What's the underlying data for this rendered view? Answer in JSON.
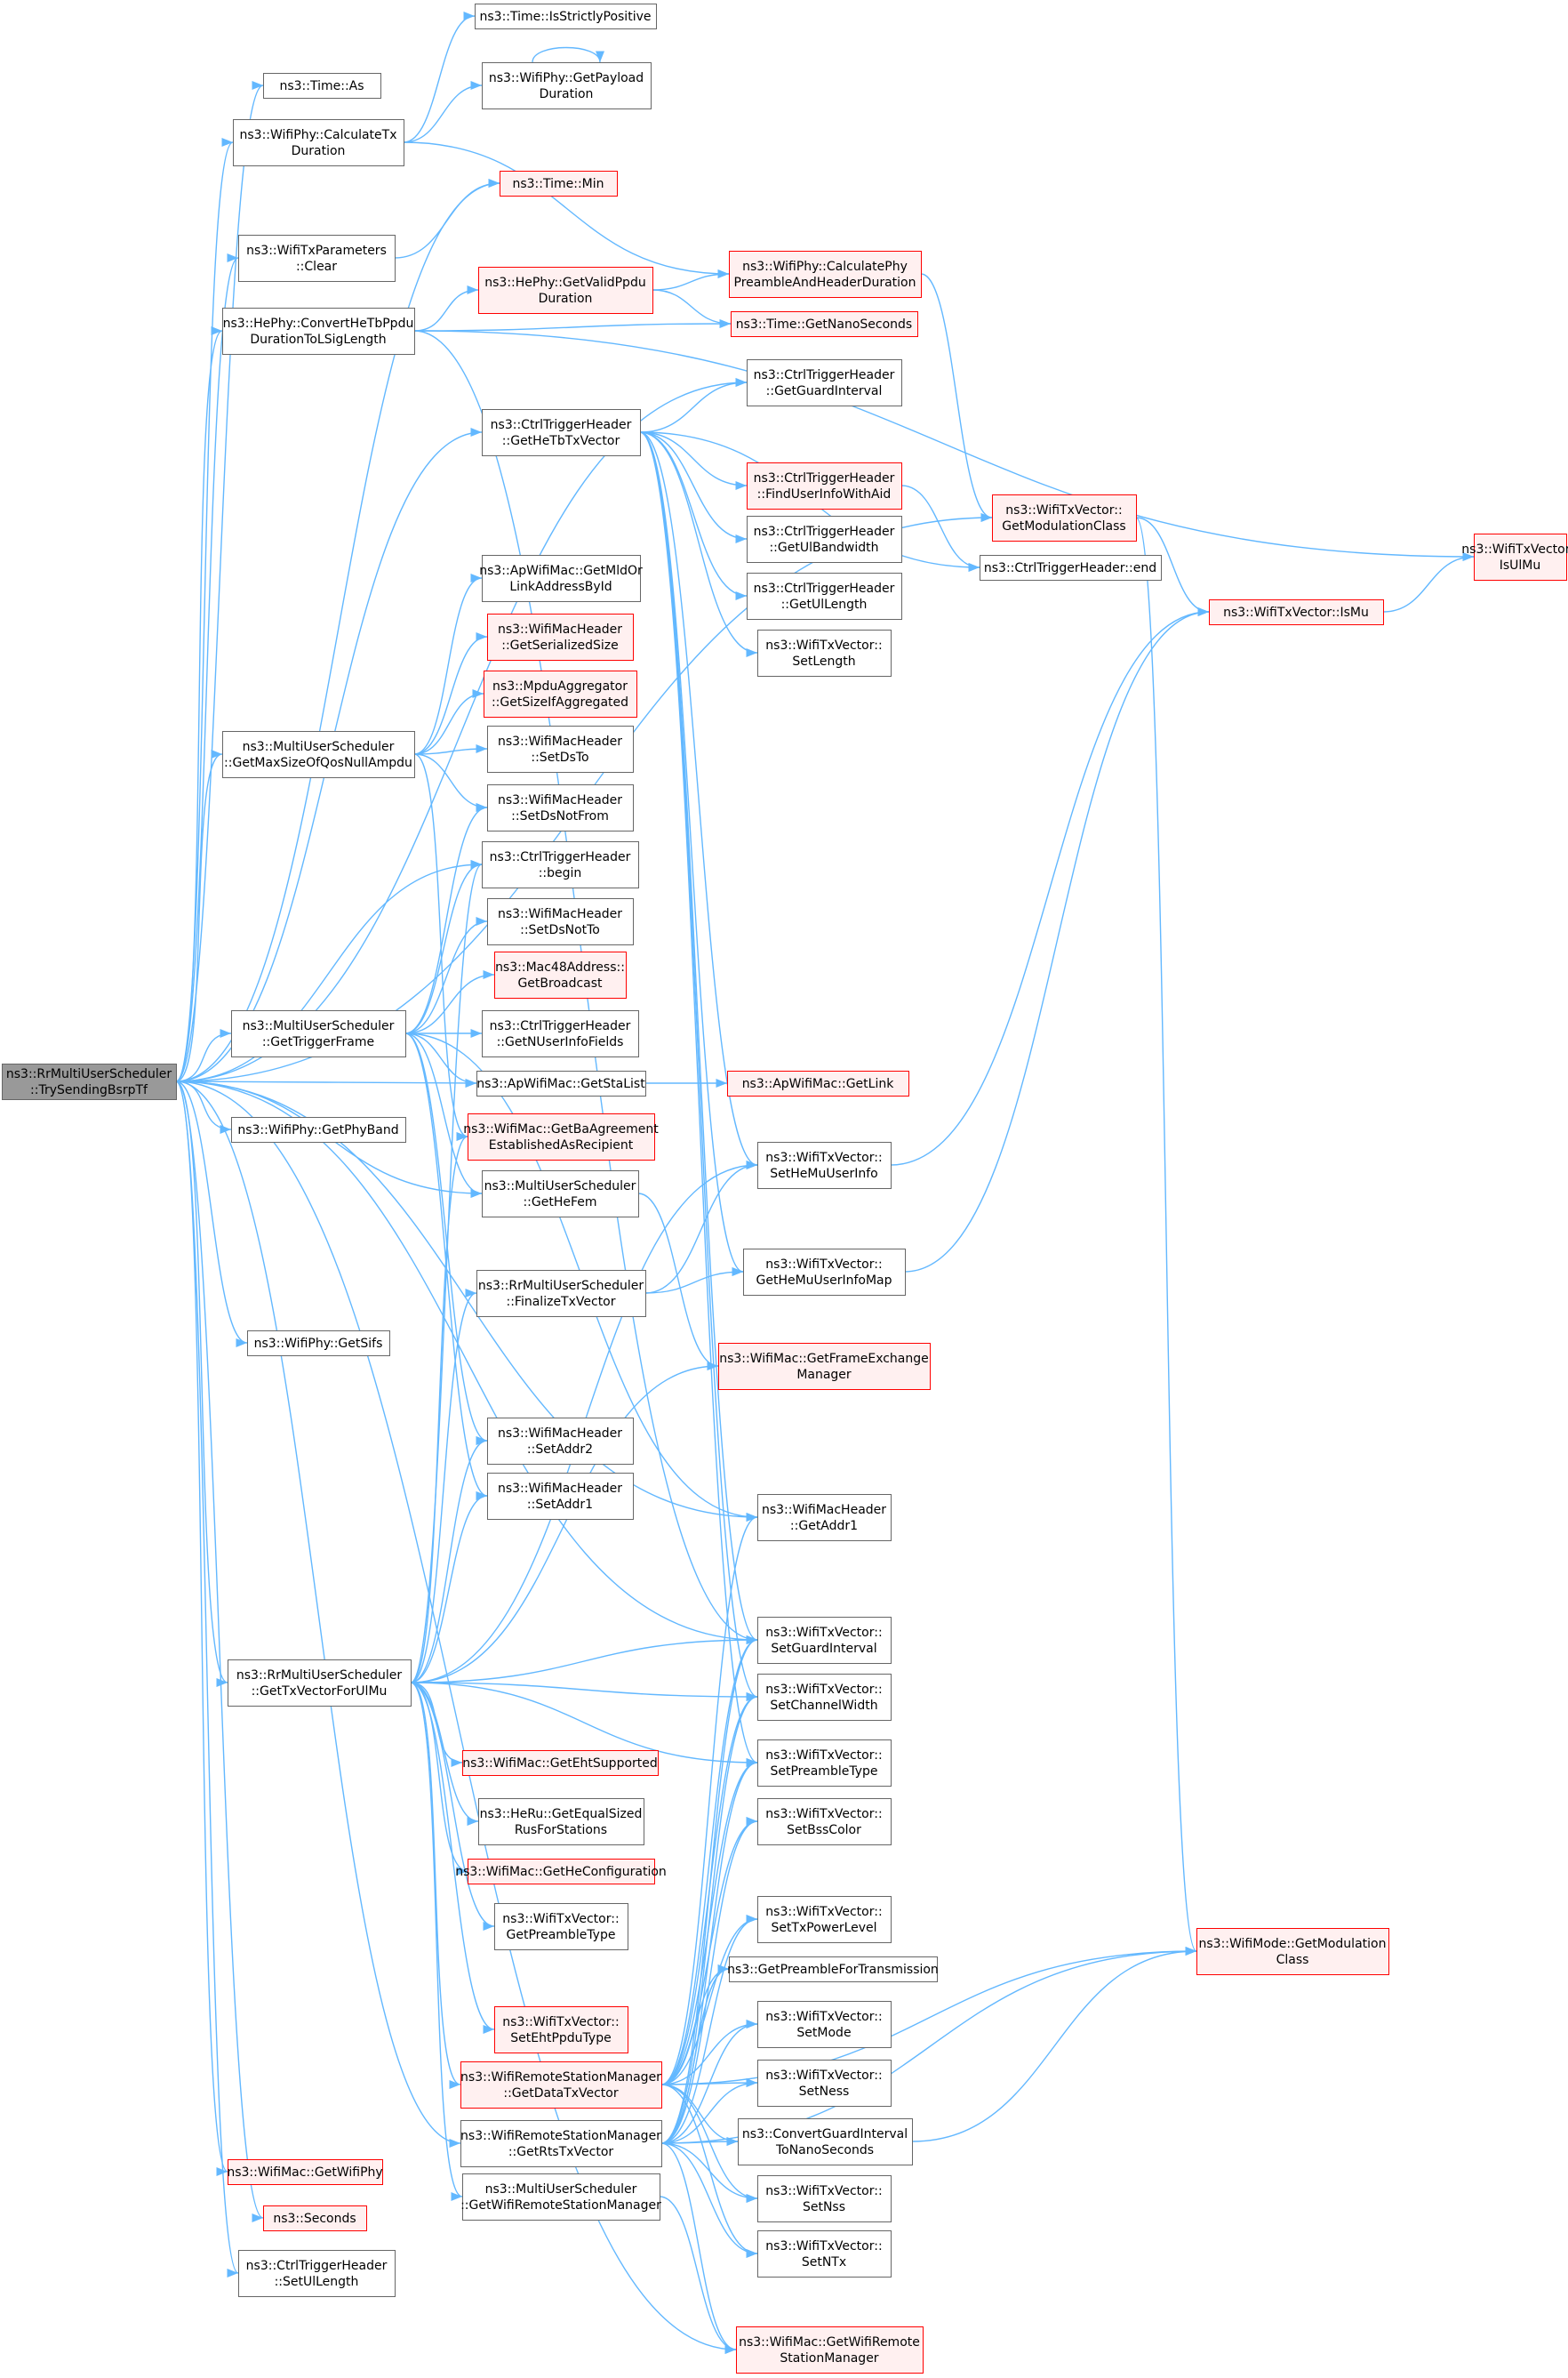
{
  "colors": {
    "edge": "#63b8ff",
    "node_border": "#666666",
    "node_fill": "#ffffff",
    "truncated_border": "#ff0000",
    "truncated_fill": "#fff0f0",
    "root_fill": "#999999"
  },
  "nodes": [
    {
      "id": "root",
      "lines": [
        "ns3::RrMultiUserScheduler",
        "::TrySendingBsrpTf"
      ],
      "kind": "root"
    },
    {
      "id": "isStrictlyPositive",
      "lines": [
        "ns3::Time::IsStrictlyPositive"
      ],
      "kind": "normal"
    },
    {
      "id": "timeAs",
      "lines": [
        "ns3::Time::As"
      ],
      "kind": "normal"
    },
    {
      "id": "getPayloadDuration",
      "lines": [
        "ns3::WifiPhy::GetPayload",
        "Duration"
      ],
      "kind": "normal"
    },
    {
      "id": "calculateTxDuration",
      "lines": [
        "ns3::WifiPhy::CalculateTx",
        "Duration"
      ],
      "kind": "normal"
    },
    {
      "id": "timeMin",
      "lines": [
        "ns3::Time::Min"
      ],
      "kind": "truncated"
    },
    {
      "id": "txParamsClear",
      "lines": [
        "ns3::WifiTxParameters",
        "::Clear"
      ],
      "kind": "normal"
    },
    {
      "id": "getValidPpduDuration",
      "lines": [
        "ns3::HePhy::GetValidPpdu",
        "Duration"
      ],
      "kind": "truncated"
    },
    {
      "id": "calcPhyPreamble",
      "lines": [
        "ns3::WifiPhy::CalculatePhy",
        "PreambleAndHeaderDuration"
      ],
      "kind": "truncated"
    },
    {
      "id": "convertHeTb",
      "lines": [
        "ns3::HePhy::ConvertHeTbPpdu",
        "DurationToLSigLength"
      ],
      "kind": "normal"
    },
    {
      "id": "getNanoSeconds",
      "lines": [
        "ns3::Time::GetNanoSeconds"
      ],
      "kind": "truncated"
    },
    {
      "id": "getGuardInterval",
      "lines": [
        "ns3::CtrlTriggerHeader",
        "::GetGuardInterval"
      ],
      "kind": "normal"
    },
    {
      "id": "getHeTbTxVector",
      "lines": [
        "ns3::CtrlTriggerHeader",
        "::GetHeTbTxVector"
      ],
      "kind": "normal"
    },
    {
      "id": "findUserInfoWithAid",
      "lines": [
        "ns3::CtrlTriggerHeader",
        "::FindUserInfoWithAid"
      ],
      "kind": "truncated"
    },
    {
      "id": "getModulationClassVec",
      "lines": [
        "ns3::WifiTxVector::",
        "GetModulationClass"
      ],
      "kind": "truncated"
    },
    {
      "id": "isUlMu",
      "lines": [
        "ns3::WifiTxVector::",
        "IsUlMu"
      ],
      "kind": "truncated"
    },
    {
      "id": "getUlBandwidth",
      "lines": [
        "ns3::CtrlTriggerHeader",
        "::GetUlBandwidth"
      ],
      "kind": "normal"
    },
    {
      "id": "ctrlEnd",
      "lines": [
        "ns3::CtrlTriggerHeader::end"
      ],
      "kind": "normal"
    },
    {
      "id": "getUlLength",
      "lines": [
        "ns3::CtrlTriggerHeader",
        "::GetUlLength"
      ],
      "kind": "normal"
    },
    {
      "id": "isMu",
      "lines": [
        "ns3::WifiTxVector::IsMu"
      ],
      "kind": "truncated"
    },
    {
      "id": "setLength",
      "lines": [
        "ns3::WifiTxVector::",
        "SetLength"
      ],
      "kind": "normal"
    },
    {
      "id": "getMldOrLink",
      "lines": [
        "ns3::ApWifiMac::GetMldOr",
        "LinkAddressById"
      ],
      "kind": "normal"
    },
    {
      "id": "getSerializedSize",
      "lines": [
        "ns3::WifiMacHeader",
        "::GetSerializedSize"
      ],
      "kind": "truncated"
    },
    {
      "id": "getSizeIfAggregated",
      "lines": [
        "ns3::MpduAggregator",
        "::GetSizeIfAggregated"
      ],
      "kind": "truncated"
    },
    {
      "id": "getMaxSizeQos",
      "lines": [
        "ns3::MultiUserScheduler",
        "::GetMaxSizeOfQosNullAmpdu"
      ],
      "kind": "normal"
    },
    {
      "id": "setDsTo",
      "lines": [
        "ns3::WifiMacHeader",
        "::SetDsTo"
      ],
      "kind": "normal"
    },
    {
      "id": "setDsNotFrom",
      "lines": [
        "ns3::WifiMacHeader",
        "::SetDsNotFrom"
      ],
      "kind": "normal"
    },
    {
      "id": "ctrlBegin",
      "lines": [
        "ns3::CtrlTriggerHeader",
        "::begin"
      ],
      "kind": "normal"
    },
    {
      "id": "setDsNotTo",
      "lines": [
        "ns3::WifiMacHeader",
        "::SetDsNotTo"
      ],
      "kind": "normal"
    },
    {
      "id": "getBroadcast",
      "lines": [
        "ns3::Mac48Address::",
        "GetBroadcast"
      ],
      "kind": "truncated"
    },
    {
      "id": "getTriggerFrame",
      "lines": [
        "ns3::MultiUserScheduler",
        "::GetTriggerFrame"
      ],
      "kind": "normal"
    },
    {
      "id": "getNUserInfoFields",
      "lines": [
        "ns3::CtrlTriggerHeader",
        "::GetNUserInfoFields"
      ],
      "kind": "normal"
    },
    {
      "id": "getStaList",
      "lines": [
        "ns3::ApWifiMac::GetStaList"
      ],
      "kind": "normal"
    },
    {
      "id": "apGetLink",
      "lines": [
        "ns3::ApWifiMac::GetLink"
      ],
      "kind": "truncated"
    },
    {
      "id": "getBaAgreement",
      "lines": [
        "ns3::WifiMac::GetBaAgreement",
        "EstablishedAsRecipient"
      ],
      "kind": "truncated"
    },
    {
      "id": "getPhyBand",
      "lines": [
        "ns3::WifiPhy::GetPhyBand"
      ],
      "kind": "normal"
    },
    {
      "id": "getHeFem",
      "lines": [
        "ns3::MultiUserScheduler",
        "::GetHeFem"
      ],
      "kind": "normal"
    },
    {
      "id": "setHeMuUserInfo",
      "lines": [
        "ns3::WifiTxVector::",
        "SetHeMuUserInfo"
      ],
      "kind": "normal"
    },
    {
      "id": "getHeMuUserInfoMap",
      "lines": [
        "ns3::WifiTxVector::",
        "GetHeMuUserInfoMap"
      ],
      "kind": "normal"
    },
    {
      "id": "finalizeTxVector",
      "lines": [
        "ns3::RrMultiUserScheduler",
        "::FinalizeTxVector"
      ],
      "kind": "normal"
    },
    {
      "id": "getSifs",
      "lines": [
        "ns3::WifiPhy::GetSifs"
      ],
      "kind": "normal"
    },
    {
      "id": "getFrameExchangeManager",
      "lines": [
        "ns3::WifiMac::GetFrameExchange",
        "Manager"
      ],
      "kind": "truncated"
    },
    {
      "id": "setAddr2",
      "lines": [
        "ns3::WifiMacHeader",
        "::SetAddr2"
      ],
      "kind": "normal"
    },
    {
      "id": "setAddr1",
      "lines": [
        "ns3::WifiMacHeader",
        "::SetAddr1"
      ],
      "kind": "normal"
    },
    {
      "id": "getAddr1",
      "lines": [
        "ns3::WifiMacHeader",
        "::GetAddr1"
      ],
      "kind": "normal"
    },
    {
      "id": "setGuardInterval",
      "lines": [
        "ns3::WifiTxVector::",
        "SetGuardInterval"
      ],
      "kind": "normal"
    },
    {
      "id": "getTxVectorForUlMu",
      "lines": [
        "ns3::RrMultiUserScheduler",
        "::GetTxVectorForUlMu"
      ],
      "kind": "normal"
    },
    {
      "id": "setChannelWidth",
      "lines": [
        "ns3::WifiTxVector::",
        "SetChannelWidth"
      ],
      "kind": "normal"
    },
    {
      "id": "getEhtSupported",
      "lines": [
        "ns3::WifiMac::GetEhtSupported"
      ],
      "kind": "truncated"
    },
    {
      "id": "setPreambleType",
      "lines": [
        "ns3::WifiTxVector::",
        "SetPreambleType"
      ],
      "kind": "normal"
    },
    {
      "id": "getEqualSizedRus",
      "lines": [
        "ns3::HeRu::GetEqualSized",
        "RusForStations"
      ],
      "kind": "normal"
    },
    {
      "id": "setBssColor",
      "lines": [
        "ns3::WifiTxVector::",
        "SetBssColor"
      ],
      "kind": "normal"
    },
    {
      "id": "getHeConfiguration",
      "lines": [
        "ns3::WifiMac::GetHeConfiguration"
      ],
      "kind": "truncated"
    },
    {
      "id": "getPreambleTypeVec",
      "lines": [
        "ns3::WifiTxVector::",
        "GetPreambleType"
      ],
      "kind": "normal"
    },
    {
      "id": "setTxPowerLevel",
      "lines": [
        "ns3::WifiTxVector::",
        "SetTxPowerLevel"
      ],
      "kind": "normal"
    },
    {
      "id": "getPreambleForTx",
      "lines": [
        "ns3::GetPreambleForTransmission"
      ],
      "kind": "normal"
    },
    {
      "id": "wifiModeGetModClass",
      "lines": [
        "ns3::WifiMode::GetModulation",
        "Class"
      ],
      "kind": "truncated"
    },
    {
      "id": "setEhtPpduType",
      "lines": [
        "ns3::WifiTxVector::",
        "SetEhtPpduType"
      ],
      "kind": "truncated"
    },
    {
      "id": "setMode",
      "lines": [
        "ns3::WifiTxVector::",
        "SetMode"
      ],
      "kind": "normal"
    },
    {
      "id": "getDataTxVector",
      "lines": [
        "ns3::WifiRemoteStationManager",
        "::GetDataTxVector"
      ],
      "kind": "truncated"
    },
    {
      "id": "setNess",
      "lines": [
        "ns3::WifiTxVector::",
        "SetNess"
      ],
      "kind": "normal"
    },
    {
      "id": "getRtsTxVector",
      "lines": [
        "ns3::WifiRemoteStationManager",
        "::GetRtsTxVector"
      ],
      "kind": "normal"
    },
    {
      "id": "convertGuardInterval",
      "lines": [
        "ns3::ConvertGuardInterval",
        "ToNanoSeconds"
      ],
      "kind": "normal"
    },
    {
      "id": "getWifiPhy",
      "lines": [
        "ns3::WifiMac::GetWifiPhy"
      ],
      "kind": "truncated"
    },
    {
      "id": "setNss",
      "lines": [
        "ns3::WifiTxVector::",
        "SetNss"
      ],
      "kind": "normal"
    },
    {
      "id": "musGetWrsm",
      "lines": [
        "ns3::MultiUserScheduler",
        "::GetWifiRemoteStationManager"
      ],
      "kind": "normal"
    },
    {
      "id": "seconds",
      "lines": [
        "ns3::Seconds"
      ],
      "kind": "truncated"
    },
    {
      "id": "setNTx",
      "lines": [
        "ns3::WifiTxVector::",
        "SetNTx"
      ],
      "kind": "normal"
    },
    {
      "id": "setUlLength",
      "lines": [
        "ns3::CtrlTriggerHeader",
        "::SetUlLength"
      ],
      "kind": "normal"
    },
    {
      "id": "macGetWrsm",
      "lines": [
        "ns3::WifiMac::GetWifiRemote",
        "StationManager"
      ],
      "kind": "truncated"
    }
  ],
  "edges": [
    [
      "root",
      "timeAs"
    ],
    [
      "root",
      "calculateTxDuration"
    ],
    [
      "root",
      "timeMin"
    ],
    [
      "root",
      "txParamsClear"
    ],
    [
      "root",
      "convertHeTb"
    ],
    [
      "root",
      "getGuardInterval"
    ],
    [
      "root",
      "getHeTbTxVector"
    ],
    [
      "root",
      "getModulationClassVec"
    ],
    [
      "root",
      "getMaxSizeQos"
    ],
    [
      "root",
      "ctrlBegin"
    ],
    [
      "root",
      "getTriggerFrame"
    ],
    [
      "root",
      "getStaList"
    ],
    [
      "root",
      "getPhyBand"
    ],
    [
      "root",
      "getHeFem"
    ],
    [
      "root",
      "getSifs"
    ],
    [
      "root",
      "getAddr1"
    ],
    [
      "root",
      "setGuardInterval"
    ],
    [
      "root",
      "getTxVectorForUlMu"
    ],
    [
      "root",
      "getRtsTxVector"
    ],
    [
      "root",
      "getWifiPhy"
    ],
    [
      "root",
      "seconds"
    ],
    [
      "root",
      "setUlLength"
    ],
    [
      "root",
      "macGetWrsm"
    ],
    [
      "calculateTxDuration",
      "isStrictlyPositive"
    ],
    [
      "calculateTxDuration",
      "getPayloadDuration"
    ],
    [
      "calculateTxDuration",
      "calcPhyPreamble"
    ],
    [
      "getPayloadDuration",
      "getPayloadDuration"
    ],
    [
      "txParamsClear",
      "timeMin"
    ],
    [
      "convertHeTb",
      "getValidPpduDuration"
    ],
    [
      "convertHeTb",
      "getNanoSeconds"
    ],
    [
      "convertHeTb",
      "isUlMu"
    ],
    [
      "convertHeTb",
      "setGuardInterval"
    ],
    [
      "getValidPpduDuration",
      "calcPhyPreamble"
    ],
    [
      "getValidPpduDuration",
      "getNanoSeconds"
    ],
    [
      "calcPhyPreamble",
      "getModulationClassVec"
    ],
    [
      "getHeTbTxVector",
      "getGuardInterval"
    ],
    [
      "getHeTbTxVector",
      "findUserInfoWithAid"
    ],
    [
      "getHeTbTxVector",
      "getUlBandwidth"
    ],
    [
      "getHeTbTxVector",
      "getUlLength"
    ],
    [
      "getHeTbTxVector",
      "setLength"
    ],
    [
      "getHeTbTxVector",
      "ctrlEnd"
    ],
    [
      "getHeTbTxVector",
      "setHeMuUserInfo"
    ],
    [
      "getHeTbTxVector",
      "getHeMuUserInfoMap"
    ],
    [
      "getHeTbTxVector",
      "setGuardInterval"
    ],
    [
      "getHeTbTxVector",
      "setChannelWidth"
    ],
    [
      "getHeTbTxVector",
      "setPreambleType"
    ],
    [
      "findUserInfoWithAid",
      "ctrlEnd"
    ],
    [
      "getModulationClassVec",
      "isMu"
    ],
    [
      "getModulationClassVec",
      "wifiModeGetModClass"
    ],
    [
      "isMu",
      "isUlMu"
    ],
    [
      "getMaxSizeQos",
      "getMldOrLink"
    ],
    [
      "getMaxSizeQos",
      "getSerializedSize"
    ],
    [
      "getMaxSizeQos",
      "getSizeIfAggregated"
    ],
    [
      "getMaxSizeQos",
      "setDsTo"
    ],
    [
      "getMaxSizeQos",
      "setDsNotFrom"
    ],
    [
      "getMaxSizeQos",
      "getBaAgreement"
    ],
    [
      "getTriggerFrame",
      "setDsNotFrom"
    ],
    [
      "getTriggerFrame",
      "ctrlBegin"
    ],
    [
      "getTriggerFrame",
      "setDsNotTo"
    ],
    [
      "getTriggerFrame",
      "getBroadcast"
    ],
    [
      "getTriggerFrame",
      "getNUserInfoFields"
    ],
    [
      "getTriggerFrame",
      "getStaList"
    ],
    [
      "getTriggerFrame",
      "getHeFem"
    ],
    [
      "getTriggerFrame",
      "setAddr2"
    ],
    [
      "getTriggerFrame",
      "setAddr1"
    ],
    [
      "getTriggerFrame",
      "getAddr1"
    ],
    [
      "getStaList",
      "apGetLink"
    ],
    [
      "setHeMuUserInfo",
      "isMu"
    ],
    [
      "getHeMuUserInfoMap",
      "isMu"
    ],
    [
      "getHeFem",
      "getFrameExchangeManager"
    ],
    [
      "finalizeTxVector",
      "setHeMuUserInfo"
    ],
    [
      "finalizeTxVector",
      "getHeMuUserInfoMap"
    ],
    [
      "getTxVectorForUlMu",
      "ctrlBegin"
    ],
    [
      "getTxVectorForUlMu",
      "getBaAgreement"
    ],
    [
      "getTxVectorForUlMu",
      "setHeMuUserInfo"
    ],
    [
      "getTxVectorForUlMu",
      "finalizeTxVector"
    ],
    [
      "getTxVectorForUlMu",
      "getFrameExchangeManager"
    ],
    [
      "getTxVectorForUlMu",
      "setAddr2"
    ],
    [
      "getTxVectorForUlMu",
      "setAddr1"
    ],
    [
      "getTxVectorForUlMu",
      "setGuardInterval"
    ],
    [
      "getTxVectorForUlMu",
      "setChannelWidth"
    ],
    [
      "getTxVectorForUlMu",
      "setPreambleType"
    ],
    [
      "getTxVectorForUlMu",
      "getEhtSupported"
    ],
    [
      "getTxVectorForUlMu",
      "getEqualSizedRus"
    ],
    [
      "getTxVectorForUlMu",
      "getHeConfiguration"
    ],
    [
      "getTxVectorForUlMu",
      "getPreambleTypeVec"
    ],
    [
      "getTxVectorForUlMu",
      "setEhtPpduType"
    ],
    [
      "getTxVectorForUlMu",
      "getDataTxVector"
    ],
    [
      "getTxVectorForUlMu",
      "musGetWrsm"
    ],
    [
      "getDataTxVector",
      "getAddr1"
    ],
    [
      "getDataTxVector",
      "setGuardInterval"
    ],
    [
      "getDataTxVector",
      "setChannelWidth"
    ],
    [
      "getDataTxVector",
      "setPreambleType"
    ],
    [
      "getDataTxVector",
      "setBssColor"
    ],
    [
      "getDataTxVector",
      "setTxPowerLevel"
    ],
    [
      "getDataTxVector",
      "getPreambleForTx"
    ],
    [
      "getDataTxVector",
      "wifiModeGetModClass"
    ],
    [
      "getDataTxVector",
      "setMode"
    ],
    [
      "getDataTxVector",
      "setNess"
    ],
    [
      "getDataTxVector",
      "convertGuardInterval"
    ],
    [
      "getDataTxVector",
      "setNss"
    ],
    [
      "getDataTxVector",
      "setNTx"
    ],
    [
      "getRtsTxVector",
      "setGuardInterval"
    ],
    [
      "getRtsTxVector",
      "setChannelWidth"
    ],
    [
      "getRtsTxVector",
      "setPreambleType"
    ],
    [
      "getRtsTxVector",
      "setBssColor"
    ],
    [
      "getRtsTxVector",
      "setTxPowerLevel"
    ],
    [
      "getRtsTxVector",
      "getPreambleForTx"
    ],
    [
      "getRtsTxVector",
      "wifiModeGetModClass"
    ],
    [
      "getRtsTxVector",
      "setMode"
    ],
    [
      "getRtsTxVector",
      "setNess"
    ],
    [
      "getRtsTxVector",
      "convertGuardInterval"
    ],
    [
      "getRtsTxVector",
      "setNss"
    ],
    [
      "getRtsTxVector",
      "setNTx"
    ],
    [
      "getRtsTxVector",
      "macGetWrsm"
    ],
    [
      "convertGuardInterval",
      "wifiModeGetModClass"
    ],
    [
      "musGetWrsm",
      "macGetWrsm"
    ]
  ]
}
